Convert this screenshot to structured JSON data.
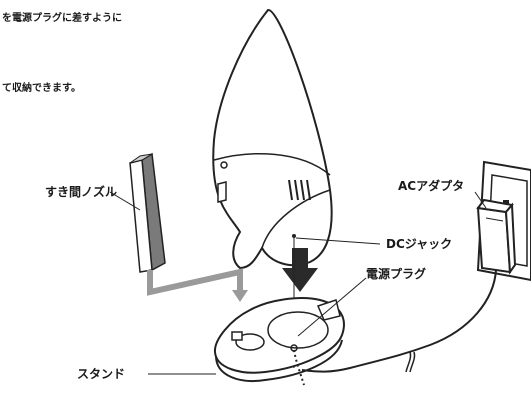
{
  "instructions": {
    "line1": "を電源プラグに差すように",
    "line2": "て収納できます。"
  },
  "labels": {
    "nozzle": "すき間ノズル",
    "ac_adapter": "ACアダプタ",
    "dc_jack": "DCジャック",
    "power_plug": "電源プラグ",
    "stand": "スタンド"
  },
  "colors": {
    "line": "#222222",
    "arrow_dark": "#2a2a2a",
    "arrow_gray": "#9a9a9a",
    "nozzle_fill": "#7a7a7a"
  }
}
